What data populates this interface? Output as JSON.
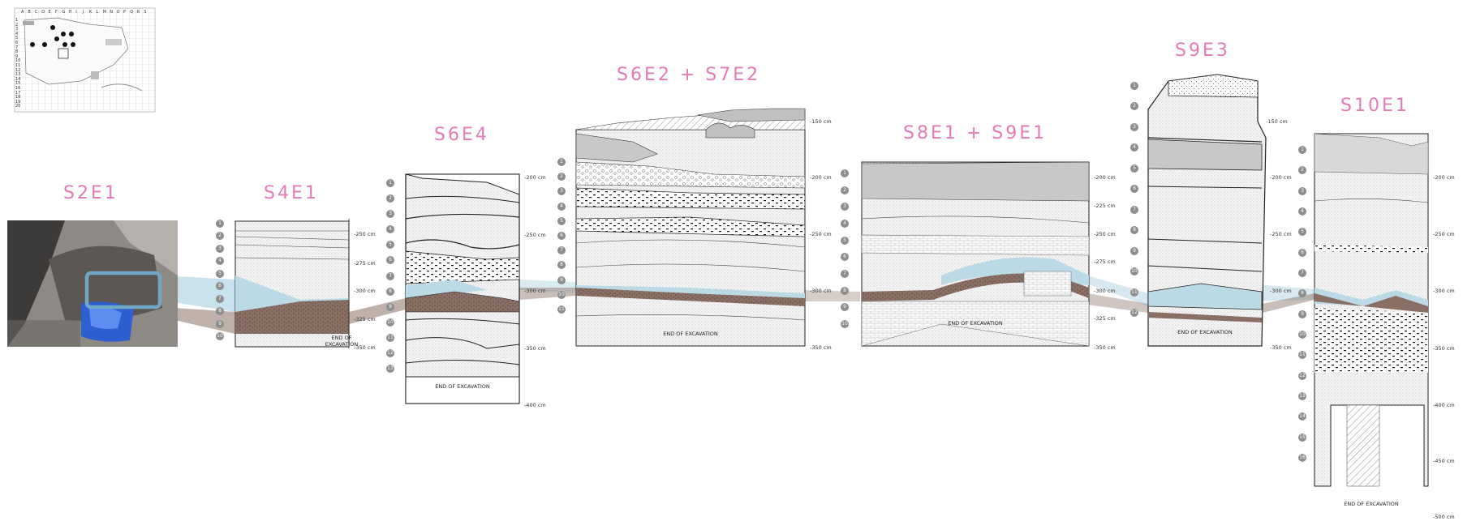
{
  "figure": {
    "colors": {
      "title": "#e37bb6",
      "water_band": "#bcd9e6",
      "silt_band": "#8a6f64",
      "grey_layer": "#c8c8c8",
      "photo_frame": "#6fa8c4"
    },
    "sections": [
      {
        "id": "s2e1",
        "title": "S2E1",
        "photo": true
      },
      {
        "id": "s4e1",
        "title": "S4E1",
        "depth_labels": [
          "-250 cm",
          "-275 cm",
          "-300 cm",
          "-325 cm",
          "-350 cm"
        ],
        "end_label": "END OF EXCAVATION",
        "layers": [
          "1",
          "2",
          "3",
          "4",
          "5",
          "6",
          "7",
          "8",
          "9",
          "10"
        ]
      },
      {
        "id": "s6e4",
        "title": "S6E4",
        "depth_labels": [
          "-200 cm",
          "-250 cm",
          "-300 cm",
          "-350 cm",
          "-400 cm"
        ],
        "end_label": "END OF EXCAVATION",
        "layers": [
          "1",
          "2",
          "3",
          "4",
          "5",
          "6",
          "7",
          "8",
          "9",
          "10",
          "11",
          "12",
          "13"
        ]
      },
      {
        "id": "s6e2",
        "title": "S6E2 + S7E2",
        "depth_labels": [
          "-150 cm",
          "-200 cm",
          "-250 cm",
          "-300 cm",
          "-350 cm"
        ],
        "end_label": "END OF EXCAVATION",
        "layers": [
          "1",
          "2",
          "3",
          "4",
          "5",
          "6",
          "7",
          "8",
          "9",
          "10",
          "11"
        ]
      },
      {
        "id": "s8e1",
        "title": "S8E1 + S9E1",
        "depth_labels": [
          "-200 cm",
          "-225 cm",
          "-250 cm",
          "-275 cm",
          "-300 cm",
          "-325 cm",
          "-350 cm"
        ],
        "end_label": "END OF EXCAVATION",
        "layers": [
          "1",
          "2",
          "3",
          "4",
          "5",
          "6",
          "7",
          "8",
          "9",
          "10"
        ]
      },
      {
        "id": "s9e3",
        "title": "S9E3",
        "depth_labels": [
          "-150 cm",
          "-200 cm",
          "-250 cm",
          "-300 cm",
          "-350 cm"
        ],
        "end_label": "END OF EXCAVATION",
        "layers": [
          "1",
          "2",
          "3",
          "4",
          "5",
          "6",
          "7",
          "8",
          "9",
          "10",
          "11",
          "12"
        ]
      },
      {
        "id": "s10e1",
        "title": "S10E1",
        "depth_labels": [
          "-200 cm",
          "-250 cm",
          "-300 cm",
          "-350 cm",
          "-400 cm",
          "-450 cm",
          "-500 cm"
        ],
        "end_label": "END OF EXCAVATION",
        "layers": [
          "1",
          "2",
          "3",
          "4",
          "5",
          "6",
          "7",
          "8",
          "9",
          "10",
          "11",
          "12",
          "13",
          "14",
          "15",
          "16"
        ]
      }
    ],
    "key_map": {
      "columns": [
        "A",
        "B",
        "C",
        "D",
        "E",
        "F",
        "G",
        "H",
        "I",
        "J",
        "K",
        "L",
        "M",
        "N",
        "O",
        "P",
        "Q",
        "R",
        "S"
      ],
      "rows": [
        "1",
        "2",
        "3",
        "4",
        "5",
        "6",
        "7",
        "8",
        "9",
        "10",
        "11",
        "12",
        "13",
        "14",
        "15",
        "16",
        "17",
        "18",
        "19",
        "20"
      ]
    }
  }
}
